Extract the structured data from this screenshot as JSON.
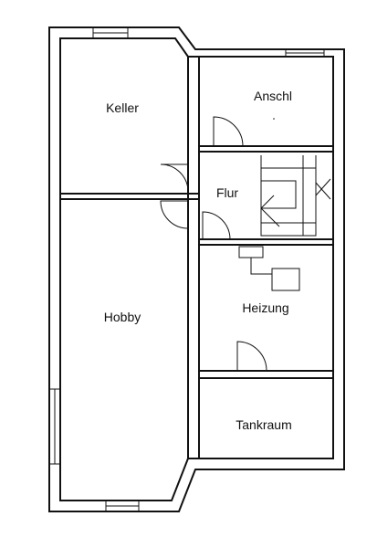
{
  "plan": {
    "rooms": {
      "keller": "Keller",
      "anschl": "Anschl",
      "flur": "Flur",
      "hobby": "Hobby",
      "heizung": "Heizung",
      "tankraum": "Tankraum"
    }
  }
}
